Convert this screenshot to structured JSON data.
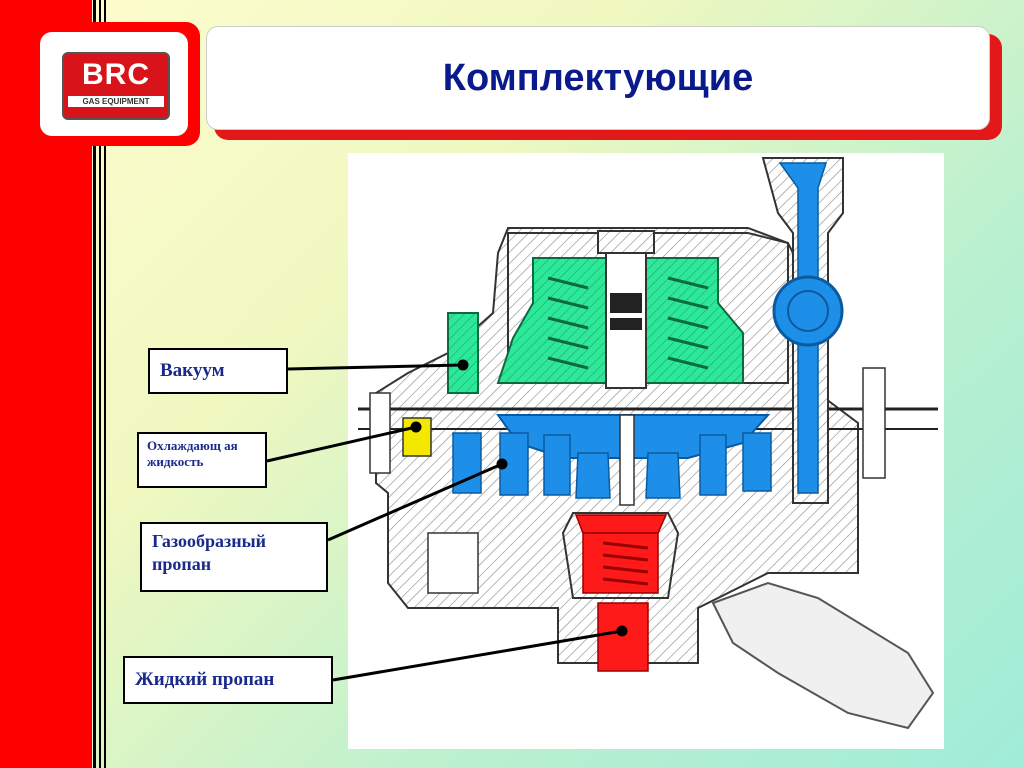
{
  "logo": {
    "brand": "BRC",
    "subtitle": "GAS EQUIPMENT"
  },
  "header": {
    "title": "Комплектующие"
  },
  "labels": {
    "vacuum": "Вакуум",
    "coolant": "Охлаждающ ая жидкость",
    "gas_propane": "Газообразный пропан",
    "liquid_propane": "Жидкий пропан"
  },
  "colors": {
    "brand_red": "#ff0000",
    "title_blue": "#0a1a8c",
    "gas_blue": "#1e8fe8",
    "vacuum_green": "#2ee89a",
    "liquid_red": "#ff1a1a",
    "coolant_yellow": "#f5e800"
  }
}
